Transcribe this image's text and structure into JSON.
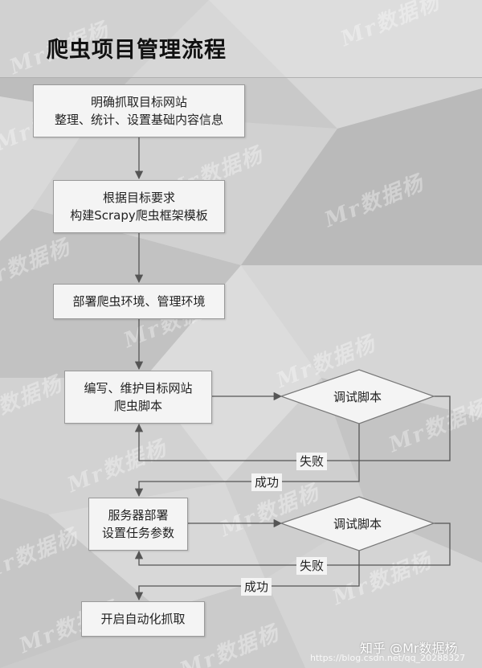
{
  "title": "爬虫项目管理流程",
  "steps": {
    "s1": [
      "明确抓取目标网站",
      "整理、统计、设置基础内容信息"
    ],
    "s2": [
      "根据目标要求",
      "构建Scrapy爬虫框架模板"
    ],
    "s3": [
      "部署爬虫环境、管理环境"
    ],
    "s4": [
      "编写、维护目标网站",
      "爬虫脚本"
    ],
    "d1": "调试脚本",
    "fail1": "失败",
    "succ1": "成功",
    "s5": [
      "服务器部署",
      "设置任务参数"
    ],
    "d2": "调试脚本",
    "fail2": "失败",
    "succ2": "成功",
    "s6": [
      "开启自动化抓取"
    ]
  },
  "watermark": "Mr数据杨",
  "credits": {
    "zhihu": "知乎 @Mr数据杨",
    "csdn": "https://blog.csdn.net/qq_20288327"
  }
}
